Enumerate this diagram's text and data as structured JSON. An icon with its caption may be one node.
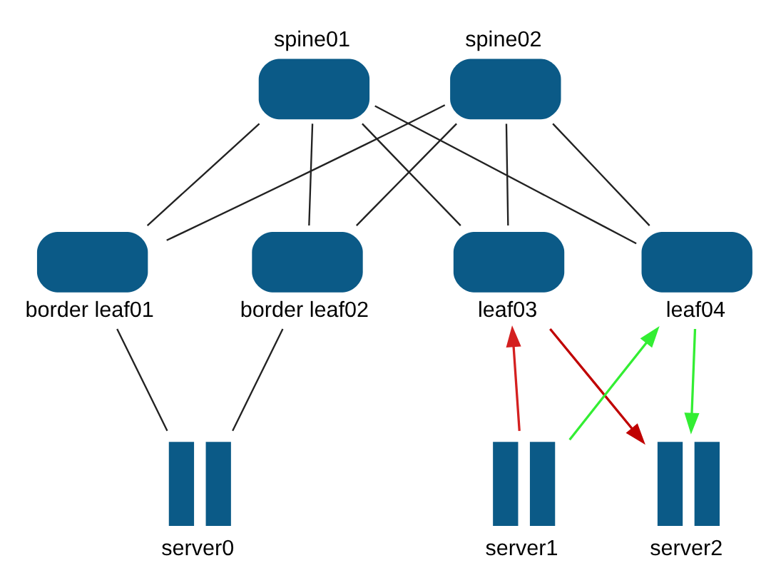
{
  "diagram": {
    "nodes": [
      {
        "text": [
          "spine01"
        ]
      },
      {
        "text": [
          "spine02"
        ]
      },
      {
        "text": [
          "border leaf01"
        ]
      },
      {
        "text": [
          "border leaf02"
        ]
      },
      {
        "text": [
          "leaf03"
        ]
      },
      {
        "text": [
          "leaf04"
        ]
      },
      {
        "text": [
          "server0"
        ]
      },
      {
        "text": [
          "server1"
        ]
      },
      {
        "text": [
          "server2"
        ]
      }
    ],
    "edges": [
      {
        "from": 0,
        "to": 2,
        "arrow": "none"
      },
      {
        "from": 0,
        "to": 3,
        "arrow": "none"
      },
      {
        "from": 0,
        "to": 4,
        "arrow": "none"
      },
      {
        "from": 0,
        "to": 5,
        "arrow": "none"
      },
      {
        "from": 1,
        "to": 2,
        "arrow": "none"
      },
      {
        "from": 1,
        "to": 3,
        "arrow": "none"
      },
      {
        "from": 1,
        "to": 4,
        "arrow": "none"
      },
      {
        "from": 1,
        "to": 5,
        "arrow": "none"
      },
      {
        "from": 2,
        "to": 6,
        "arrow": "none"
      },
      {
        "from": 3,
        "to": 6,
        "arrow": "none"
      },
      {
        "from": 7,
        "to": 4,
        "arrow": "to",
        "color": "#d42020"
      },
      {
        "from": 4,
        "to": 8,
        "arrow": "to",
        "color": "#c00000"
      },
      {
        "from": 7,
        "to": 5,
        "arrow": "to",
        "color": "#33ee33"
      },
      {
        "from": 5,
        "to": 8,
        "arrow": "to",
        "color": "#33ee33"
      }
    ]
  }
}
